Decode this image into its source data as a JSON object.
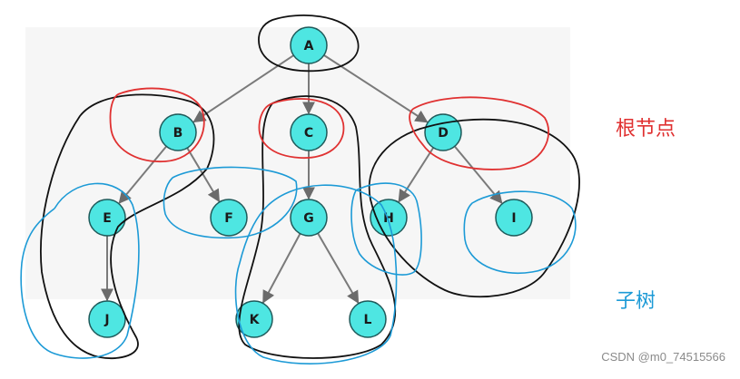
{
  "diagram": {
    "nodes": [
      "A",
      "B",
      "C",
      "D",
      "E",
      "F",
      "G",
      "H",
      "I",
      "J",
      "K",
      "L"
    ],
    "edges": [
      [
        "A",
        "B"
      ],
      [
        "A",
        "C"
      ],
      [
        "A",
        "D"
      ],
      [
        "B",
        "E"
      ],
      [
        "B",
        "F"
      ],
      [
        "C",
        "G"
      ],
      [
        "D",
        "H"
      ],
      [
        "D",
        "I"
      ],
      [
        "E",
        "J"
      ],
      [
        "G",
        "K"
      ],
      [
        "G",
        "L"
      ]
    ],
    "node_fill": "#4ee6e2",
    "node_stroke": "#1e5a5a",
    "edge_color": "#7a7a7a"
  },
  "annotations": {
    "root_label": "根节点",
    "root_color": "#e03131",
    "subtree_label": "子树",
    "subtree_color": "#1c9ad6",
    "outline_color": "#111111"
  },
  "watermark": "CSDN @m0_74515566"
}
